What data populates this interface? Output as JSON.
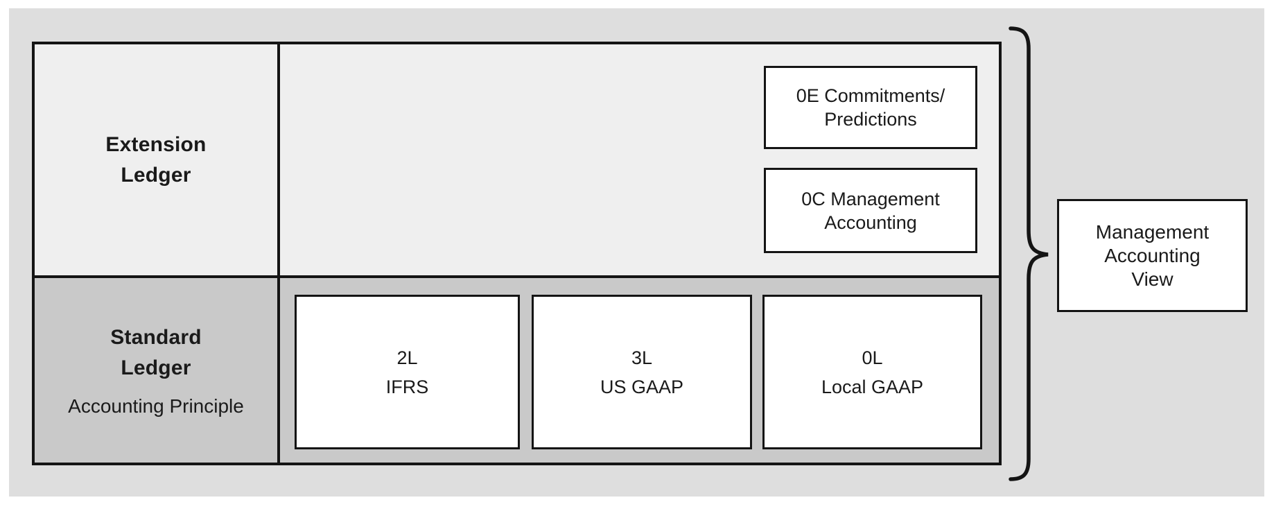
{
  "figure": {
    "description": "Ledger structure diagram with extension and standard ledgers"
  },
  "rows": {
    "extension": {
      "label_line1": "Extension",
      "label_line2": "Ledger"
    },
    "standard": {
      "label_line1": "Standard",
      "label_line2": "Ledger",
      "sublabel": "Accounting Principle"
    }
  },
  "extension_ledger_boxes": [
    {
      "line1": "0E Commitments/",
      "line2": "Predictions"
    },
    {
      "line1": "0C Management",
      "line2": "Accounting"
    }
  ],
  "standard_ledger_boxes": [
    {
      "code": "2L",
      "name": "IFRS"
    },
    {
      "code": "3L",
      "name": "US GAAP"
    },
    {
      "code": "0L",
      "name": "Local GAAP"
    }
  ],
  "annotation": {
    "line1": "Management",
    "line2": "Accounting",
    "line3": "View"
  },
  "colors": {
    "page_background": "#ffffff",
    "panel_background": "#dedede",
    "extension_row_background": "#efefef",
    "standard_row_background": "#c9c9c9",
    "box_background": "#ffffff",
    "border": "#141414",
    "text": "#1a1a1a"
  }
}
